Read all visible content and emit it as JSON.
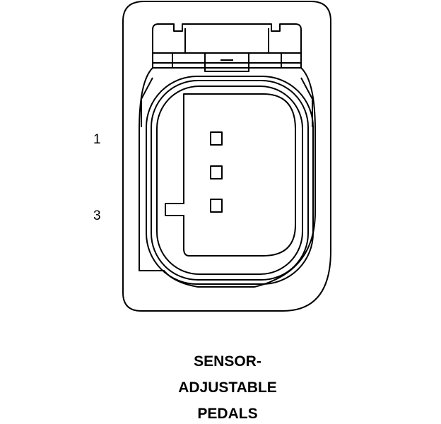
{
  "pin_labels": {
    "pin_1": "1",
    "pin_3": "3"
  },
  "caption": {
    "line_1": "SENSOR-",
    "line_2": "ADJUSTABLE",
    "line_3": "PEDALS"
  },
  "colors": {
    "line": "#000000",
    "background": "#ffffff"
  }
}
